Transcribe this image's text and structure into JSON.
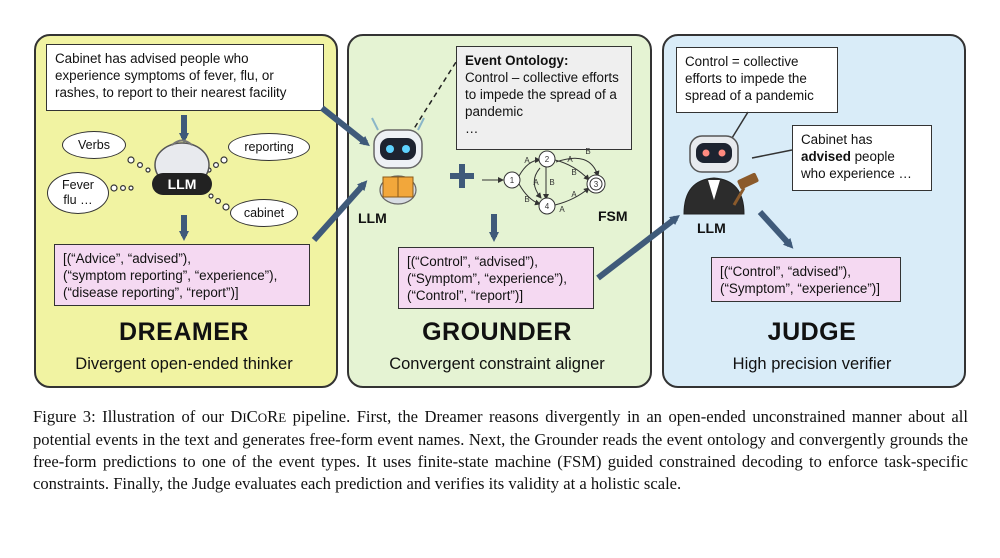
{
  "dreamer": {
    "input_text": "Cabinet has advised people who experience symptoms of fever, flu, or rashes, to report to their nearest facility",
    "clouds": [
      "Verbs",
      "reporting",
      "Fever\nflu …",
      "cabinet"
    ],
    "llm_badge": "LLM",
    "output_text": "[(“Advice”, “advised”),\n(“symptom reporting”, “experience”),\n(“disease reporting”, “report”)]",
    "title": "DREAMER",
    "subtitle": "Divergent open-ended thinker"
  },
  "grounder": {
    "ontology_heading": "Event Ontology:",
    "ontology_text": "Control – collective efforts to impede the spread of a pandemic\n…",
    "llm_label": "LLM",
    "fsm_label": "FSM",
    "output_text": "[(“Control”, “advised”),\n(“Symptom”, “experience”),\n(“Control”, “report”)]",
    "title": "GROUNDER",
    "subtitle": "Convergent constraint aligner"
  },
  "judge": {
    "definition_text": "Control = collective efforts to impede the spread of a pandemic",
    "context_pre": "Cabinet has",
    "context_bold": "advised",
    "context_post": "people who experience …",
    "llm_label": "LLM",
    "output_text": "[(“Control”, “advised”),\n(“Symptom”, “experience”)]",
    "title": "JUDGE",
    "subtitle": "High precision verifier"
  },
  "fsm_nodes": [
    "1",
    "2",
    "3",
    "4"
  ],
  "fsm_edge_labels": [
    "A",
    "B",
    "A",
    "B",
    "A",
    "B",
    "A",
    "B",
    "A"
  ],
  "caption": {
    "lead": "Figure 3: Illustration of our ",
    "name_d": "D",
    "name_i": "I",
    "name_c": "C",
    "name_ore": "O",
    "name_r": "R",
    "name_e": "E",
    "body": " pipeline. First, the Dreamer reasons divergently in an open-ended unconstrained manner about all potential events in the text and generates free-form event names. Next, the Grounder reads the event ontology and convergently grounds the free-form predictions to one of the event types. It uses finite-state machine (FSM) guided constrained decoding to enforce task-specific constraints. Finally, the Judge evaluates each prediction and verifies its validity at a holistic scale."
  },
  "colors": {
    "dreamer_bg": "#f1f3a2",
    "grounder_bg": "#e5f3d3",
    "judge_bg": "#d9ecf8",
    "arrow": "#3f5a7a",
    "output_bg": "#f5d9f2"
  }
}
